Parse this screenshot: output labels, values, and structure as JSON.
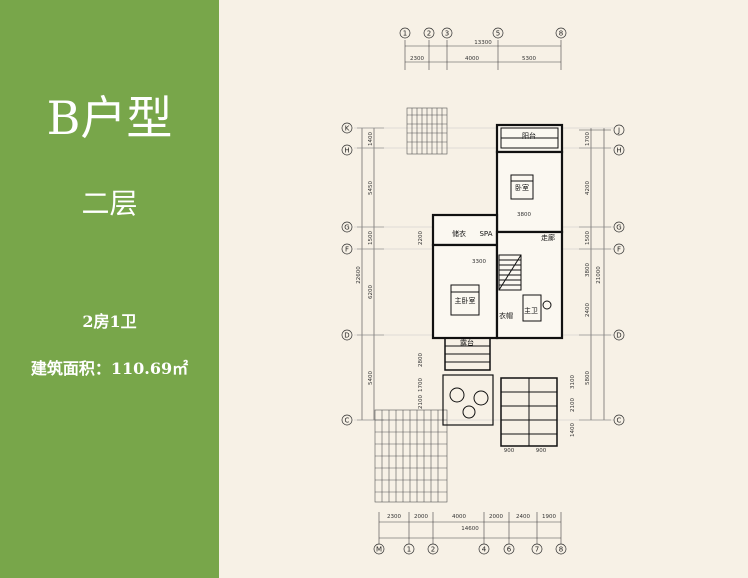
{
  "sidebar": {
    "title": "B户型",
    "floor": "二层",
    "rooms": "2房1卫",
    "area_label": "建筑面积：",
    "area_value": "110.69",
    "area_unit": "㎡",
    "background": "#78a64a"
  },
  "plan": {
    "top_axes": [
      "1",
      "2",
      "3",
      "5",
      "8"
    ],
    "bottom_axes": [
      "M",
      "1",
      "2",
      "4",
      "6",
      "7",
      "8"
    ],
    "left_axes": [
      "K",
      "H",
      "G",
      "F",
      "D",
      "C"
    ],
    "right_axes": [
      "J",
      "H",
      "G",
      "F",
      "D",
      "C"
    ],
    "top_total_dim": "13300",
    "top_dims": [
      "2300",
      "4000",
      "5300"
    ],
    "bottom_total_dim": "14600",
    "bottom_dims": [
      "2300",
      "2000",
      "4000",
      "2000",
      "2400",
      "1900"
    ],
    "left_total_dim": "22600",
    "left_dims": [
      "1400",
      "5450",
      "1500",
      "6200",
      "5400"
    ],
    "right_total_dim": "21000",
    "right_dims": [
      "1700",
      "4200",
      "1500",
      "3800",
      "2400",
      "5800"
    ],
    "rooms": {
      "balcony_top": "阳台",
      "bedroom": "卧室",
      "storage": "储衣",
      "spa": "SPA",
      "corridor": "走廊",
      "master_bedroom": "主卧室",
      "wardrobe": "衣帽",
      "bathroom": "主卫",
      "balcony_bottom": "露台"
    },
    "notes": {
      "bedroom_width": "3800",
      "master_width": "3300",
      "void_height": "2200",
      "terrace_dim_a": "2800",
      "terrace_dim_b": "1700",
      "terrace_dim_c": "2100",
      "terrace_dim_d": "3100",
      "stair_dim_a": "2100",
      "stair_dim_b": "1400",
      "lower_dim_a": "900",
      "lower_dim_b": "900"
    }
  }
}
